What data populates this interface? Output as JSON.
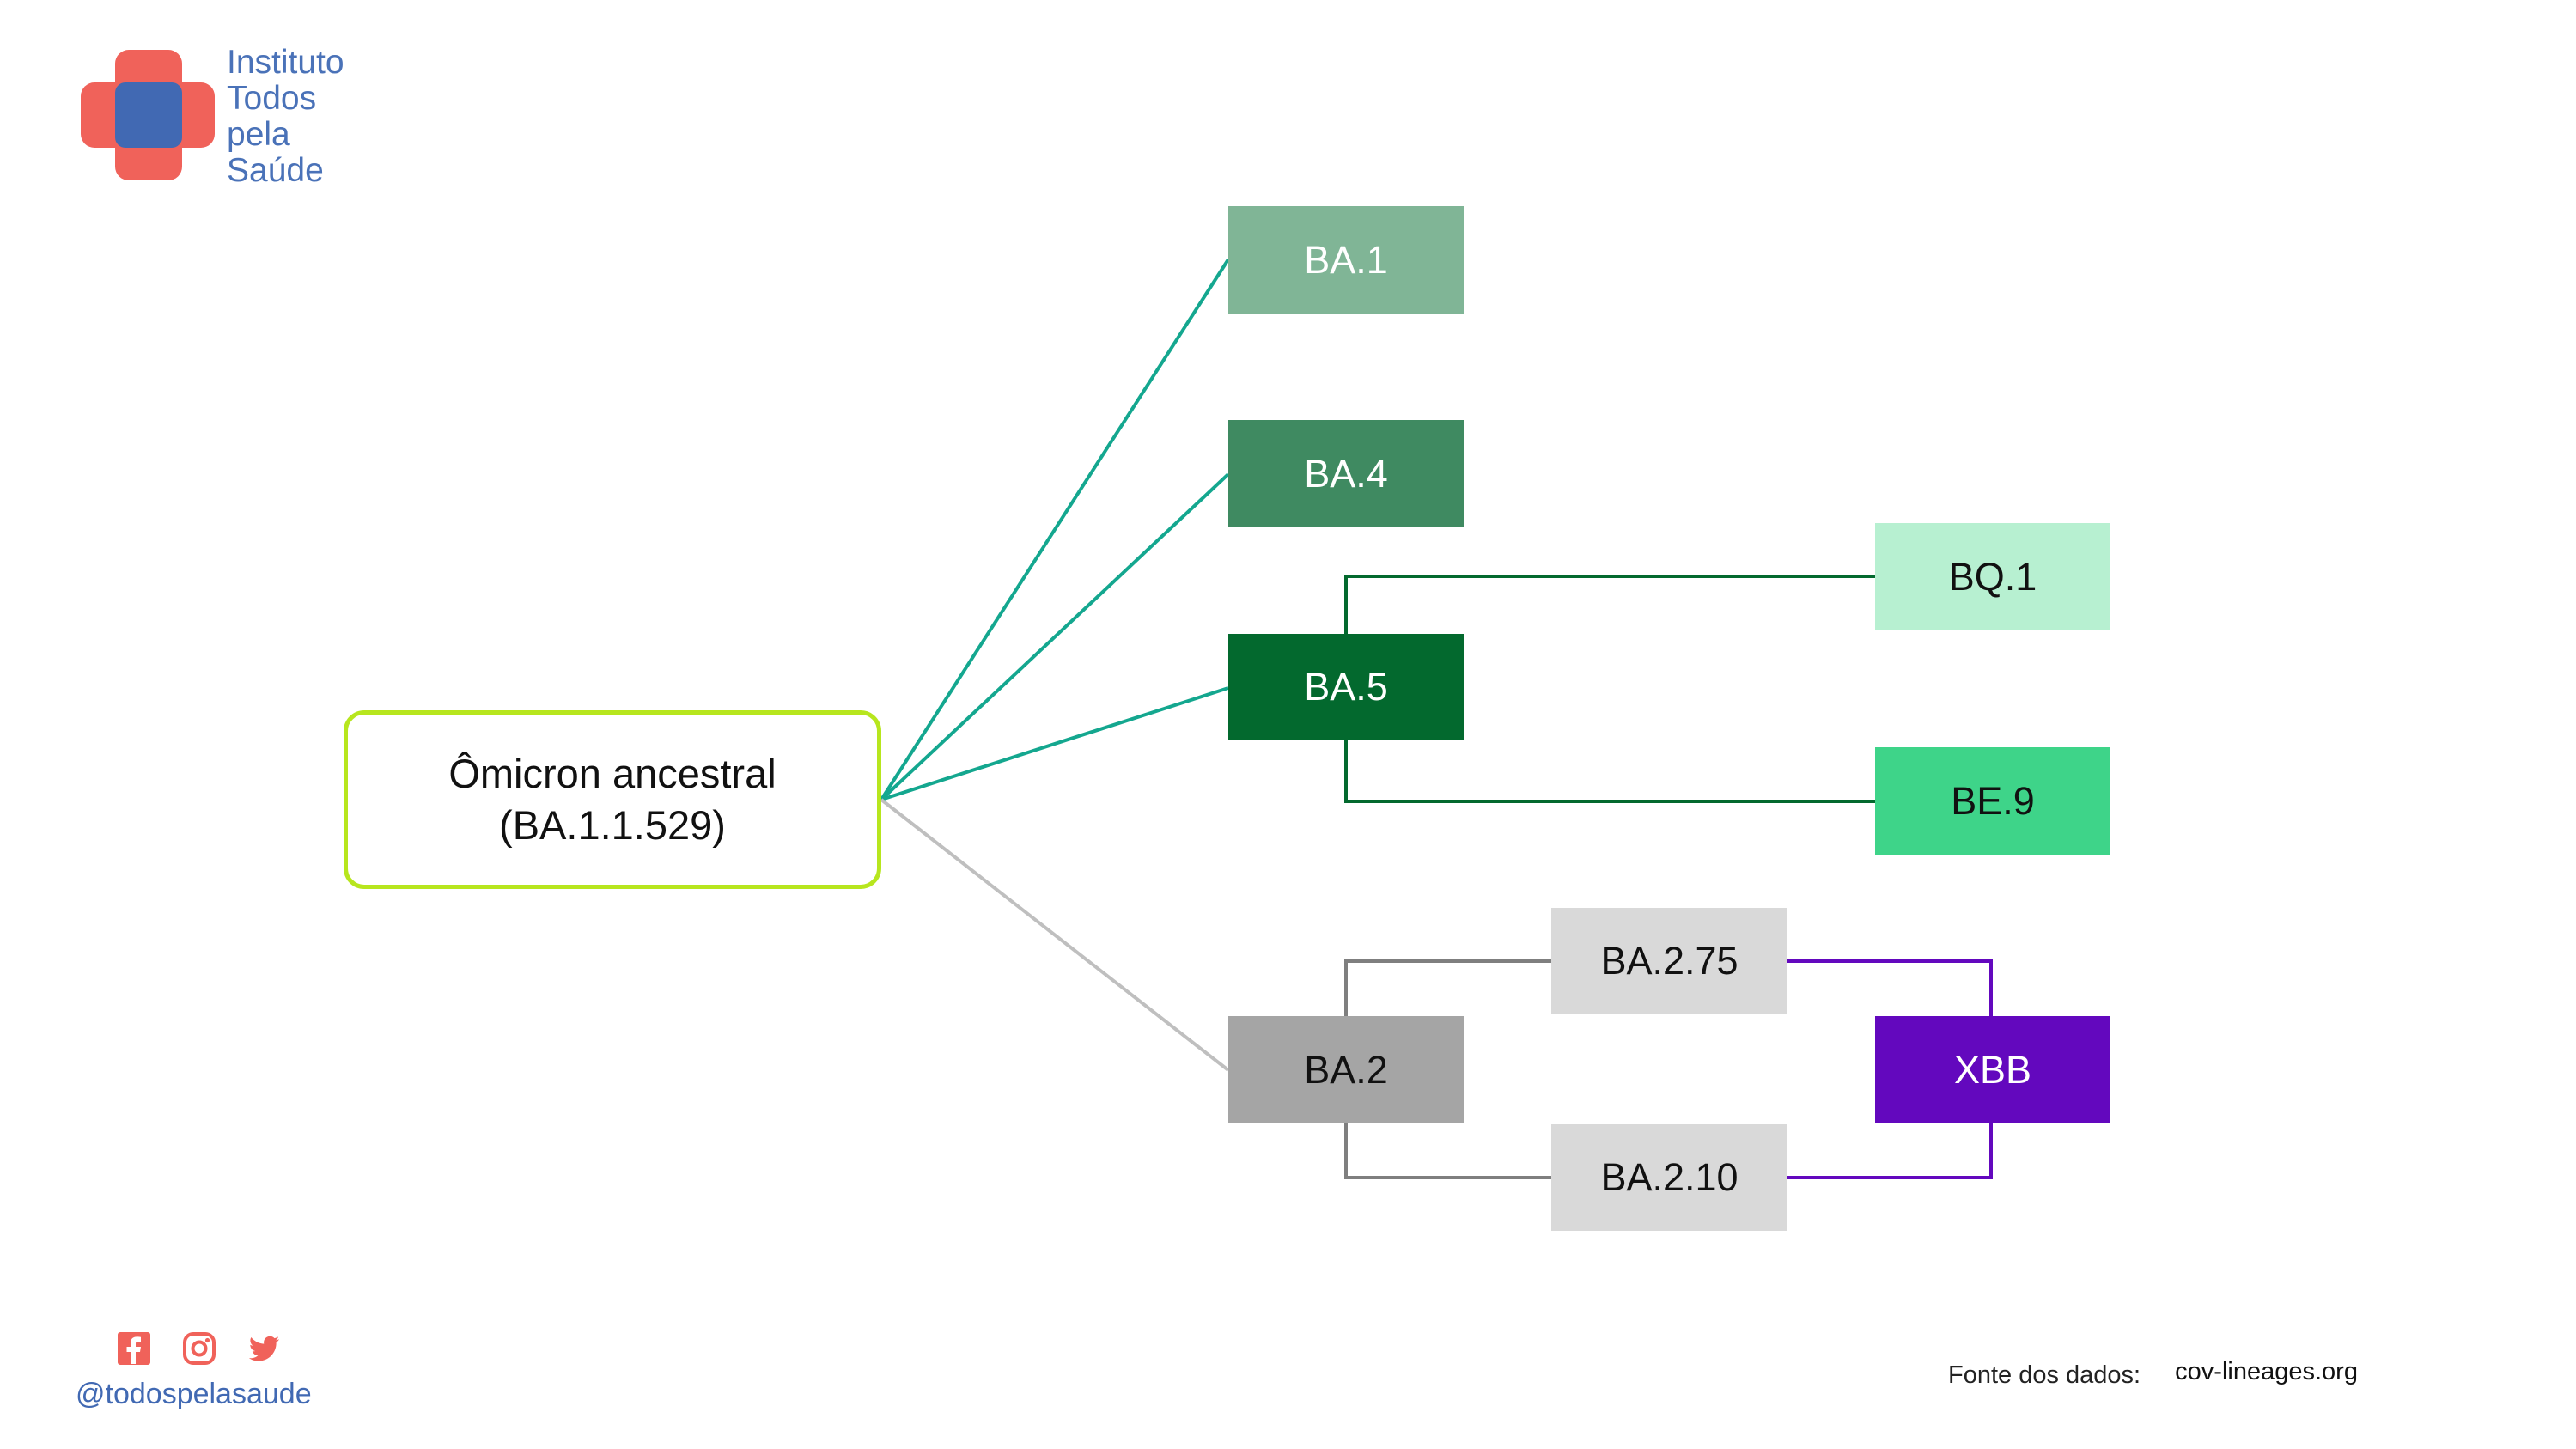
{
  "logo": {
    "lines": [
      "Instituto",
      "Todos",
      "pela",
      "Saúde"
    ]
  },
  "diagram": {
    "root": {
      "line1": "Ômicron ancestral",
      "line2": "(BA.1.1.529)"
    },
    "nodes": {
      "ba1": "BA.1",
      "ba4": "BA.4",
      "ba5": "BA.5",
      "bq1": "BQ.1",
      "be9": "BE.9",
      "ba2": "BA.2",
      "ba275": "BA.2.75",
      "ba210": "BA.2.10",
      "xbb": "XBB"
    },
    "colors": {
      "ba1": "#80b596",
      "ba4": "#3f8a61",
      "ba5": "#03692e",
      "bq1": "#b7f0d1",
      "be9": "#3ed489",
      "ba2": "#a5a5a5",
      "ba275": "#d9d9d9",
      "ba210": "#d9d9d9",
      "xbb": "#6308be",
      "root_border": "#b7e61e",
      "teal_link": "#14a78f",
      "dark_green_link": "#03692e",
      "gray_link": "#7f7f7f",
      "light_gray_link": "#bfbfbf",
      "purple_link": "#6308be"
    }
  },
  "social": {
    "icons": [
      "facebook-icon",
      "instagram-icon",
      "twitter-icon"
    ],
    "handle": "@todospelasaude"
  },
  "source": {
    "label": "Fonte dos dados:",
    "value": "cov-lineages.org"
  }
}
